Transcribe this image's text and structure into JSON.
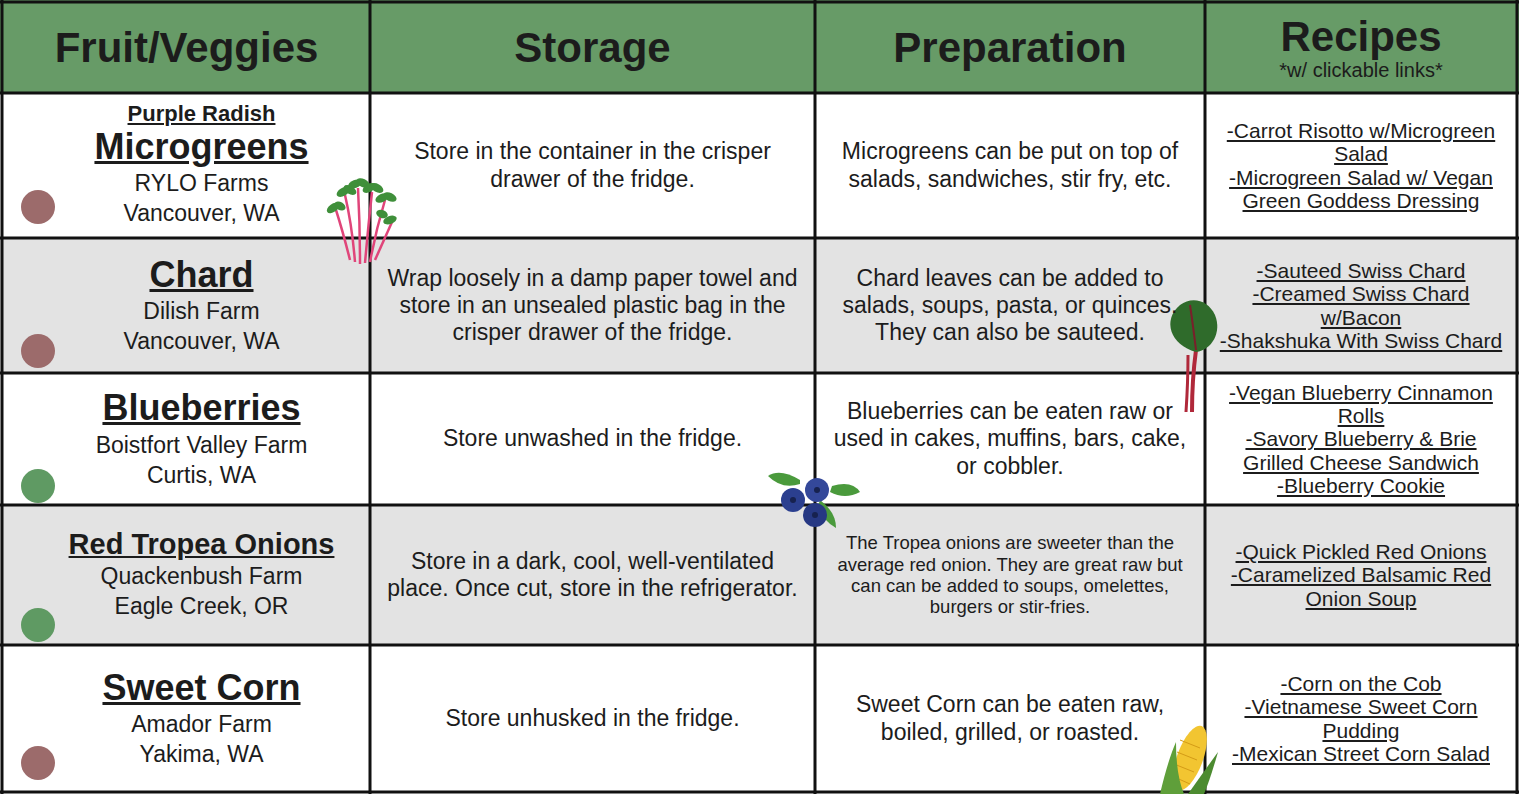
{
  "diagram": {
    "labels": [
      "Fruit/Veggies",
      "Storage",
      "Preparation",
      "Recipes",
      "*w/ clickable links*",
      "Purple Radish",
      "Microgreens",
      "RYLO Farms",
      "Vancouver, WA",
      "Store in the container in the crisper drawer of the fridge.",
      "Microgreens can be put on top of salads, sandwiches, stir fry, etc.",
      "-Carrot Risotto w/Microgreen Salad",
      "-Microgreen Salad w/ Vegan Green Goddess Dressing",
      "Chard",
      "Dilish Farm",
      "Vancouver, WA",
      "Wrap loosely in a damp paper towel and store in an unsealed plastic bag in the crisper drawer of the fridge.",
      "Chard leaves can be added to salads, soups, pasta, or quinces. They can also be sauteed.",
      "-Sauteed Swiss Chard",
      "-Creamed Swiss Chard w/Bacon",
      "-Shakshuka With Swiss Chard",
      "Blueberries",
      "Boistfort Valley Farm",
      "Curtis, WA",
      "Store unwashed in the fridge.",
      "Blueberries can be eaten raw or used in cakes, muffins, bars, cake, or cobbler.",
      "-Vegan Blueberry Cinnamon Rolls",
      "-Savory Blueberry & Brie Grilled Cheese Sandwich",
      "-Blueberry Cookie",
      "Red Tropea Onions",
      "Quackenbush Farm",
      "Eagle Creek, OR",
      "Store in a dark, cool, well-ventilated place. Once cut, store in the refrigerator.",
      "The Tropea onions are sweeter than the average red onion. They are great raw but can can be added to soups, omelettes, burgers or stir-fries.",
      "-Quick Pickled Red Onions",
      "-Caramelized Balsamic Red Onion Soup",
      "Sweet Corn",
      "Amador Farm",
      "Yakima, WA",
      "Store unhusked in the fridge.",
      "Sweet Corn can be eaten raw, boiled, grilled, or roasted.",
      "-Corn on the Cob",
      "-Vietnamese Sweet Corn Pudding",
      "-Mexican Street Corn Salad"
    ]
  }
}
